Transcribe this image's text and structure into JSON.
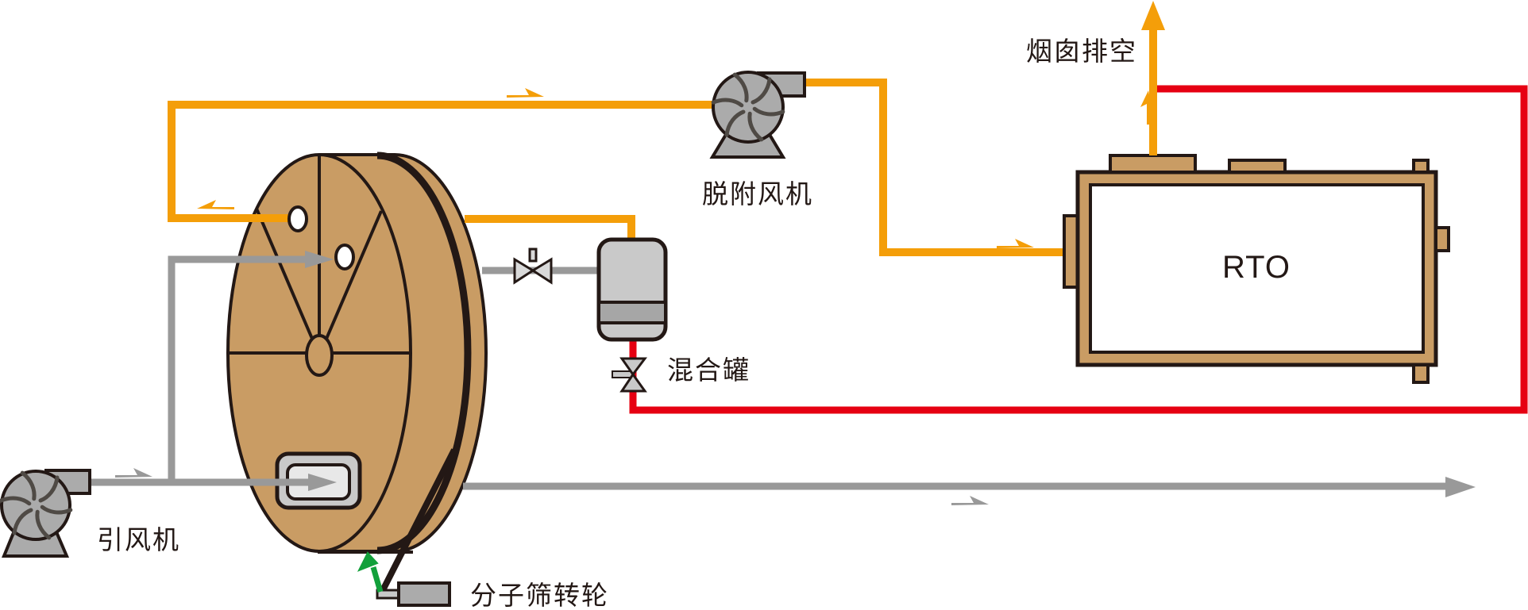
{
  "diagram": {
    "labels": {
      "induced_fan": "引风机",
      "rotor": "分子筛转轮",
      "desorption_fan": "脱附风机",
      "mixing_tank": "混合罐",
      "rto": "RTO",
      "stack": "烟囱排空"
    },
    "colors": {
      "fresh_air_pipe": "#999999",
      "desorption_pipe": "#F49E09",
      "hot_gas_pipe": "#E60012",
      "rotor_body": "#C99C64",
      "equipment_gray": "#ABABAB",
      "equipment_light": "#C9C9C9",
      "ink": "#231815",
      "rotation_arrow": "#12A03B"
    }
  }
}
